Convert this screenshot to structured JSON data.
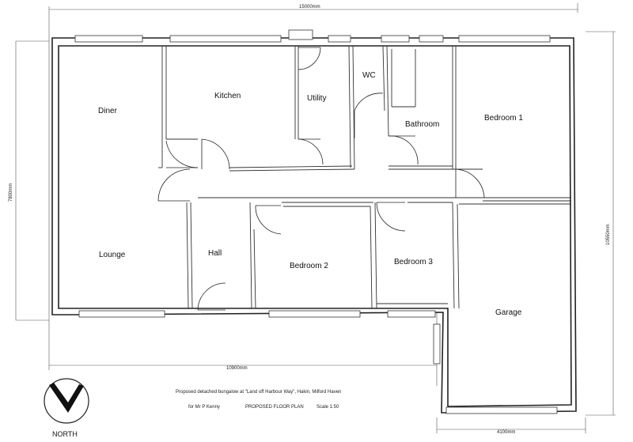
{
  "rooms": {
    "diner": "Diner",
    "kitchen": "Kitchen",
    "utility": "Utility",
    "wc": "WC",
    "bathroom": "Bathroom",
    "bedroom1": "Bedroom 1",
    "lounge": "Lounge",
    "hall": "Hall",
    "bedroom2": "Bedroom 2",
    "bedroom3": "Bedroom 3",
    "garage": "Garage"
  },
  "dimensions": {
    "overall_width": "15000mm",
    "left_depth": "7800mm",
    "right_depth": "10550mm",
    "main_width": "10900mm",
    "garage_width": "4100mm"
  },
  "title_block": {
    "line1": "Proposed detached bungalow at \"Land off Harbour Way\", Hakin, Milford Haven",
    "client": "for Mr P Kenny",
    "drawing": "PROPOSED FLOOR PLAN",
    "scale": "Scale 1:50"
  },
  "north_arrow": {
    "label": "NORTH"
  }
}
